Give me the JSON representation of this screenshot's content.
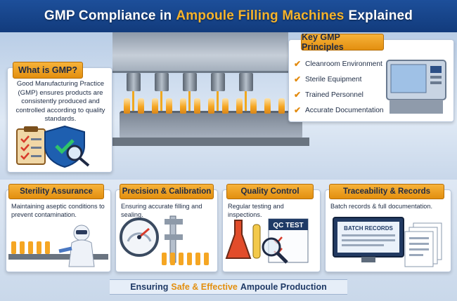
{
  "title": {
    "part1": "GMP Compliance in",
    "highlight": "Ampoule Filling Machines",
    "part2": "Explained"
  },
  "what_is_gmp": {
    "heading": "What is GMP?",
    "text": "Good Manufacturing Practice (GMP) ensures products are consistently produced and controlled according to quality standards."
  },
  "key_principles": {
    "heading": "Key GMP Principles",
    "items": [
      "Cleanroom Environment",
      "Sterile Equipment",
      "Trained Personnel",
      "Accurate Documentation"
    ]
  },
  "sections": [
    {
      "heading": "Sterility Assurance",
      "text": "Maintaining aseptic conditions to prevent contamination."
    },
    {
      "heading": "Precision & Calibration",
      "text": "Ensuring accurate filling and sealing."
    },
    {
      "heading": "Quality Control",
      "text": "Regular testing and inspections.",
      "label": "QC TEST"
    },
    {
      "heading": "Traceability & Records",
      "text": "Batch records & full documentation.",
      "label": "BATCH RECORDS"
    }
  ],
  "footer": {
    "part1": "Ensuring",
    "highlight": "Safe & Effective",
    "part2": "Ampoule Production"
  },
  "colors": {
    "navy": "#1d4f9a",
    "accent_orange": "#f6b42c",
    "check_orange": "#e28a0e",
    "text_dark": "#1e2c45"
  },
  "icons": [
    "clipboard-icon",
    "shield-check-icon",
    "magnifier-icon",
    "gauge-icon",
    "caliper-icon",
    "flask-icon",
    "document-stack-icon",
    "monitor-icon",
    "check-icon"
  ]
}
